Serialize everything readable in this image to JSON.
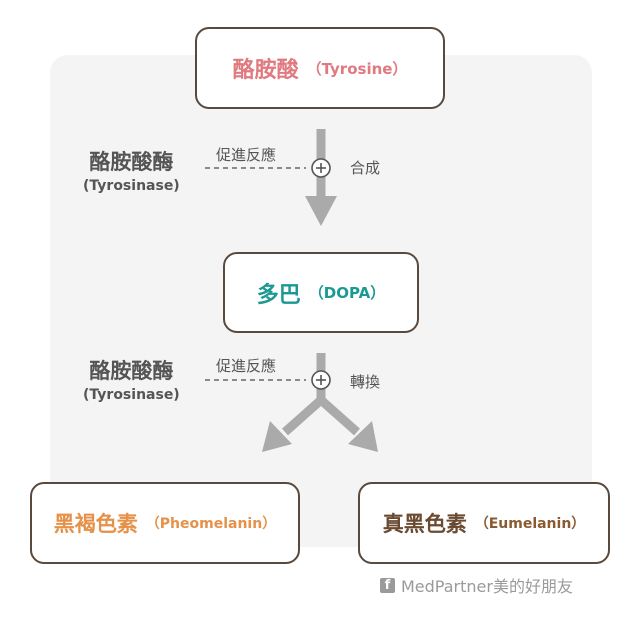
{
  "nodes": {
    "tyrosine": {
      "cn": "酪胺酸",
      "en": "（Tyrosine）"
    },
    "dopa": {
      "cn": "多巴",
      "en": "（DOPA）"
    },
    "pheomelanin": {
      "cn": "黑褐色素",
      "en": "（Pheomelanin）"
    },
    "eumelanin": {
      "cn": "真黑色素",
      "en": "（Eumelanin）"
    }
  },
  "steps": [
    {
      "enzyme_cn": "酪胺酸酶",
      "enzyme_en": "(Tyrosinase)",
      "reaction": "促進反應",
      "action": "合成"
    },
    {
      "enzyme_cn": "酪胺酸酶",
      "enzyme_en": "(Tyrosinase)",
      "reaction": "促進反應",
      "action": "轉換"
    }
  ],
  "watermark": {
    "icon": "facebook-icon",
    "glyph": "f",
    "text": "MedPartner美的好朋友"
  },
  "colors": {
    "tyrosine": "#e07a80",
    "dopa": "#1a9a92",
    "pheomelanin": "#e6914a",
    "eumelanin": "#8a5a33",
    "arrow": "#aaaaaa",
    "border": "#5a4a3e"
  }
}
